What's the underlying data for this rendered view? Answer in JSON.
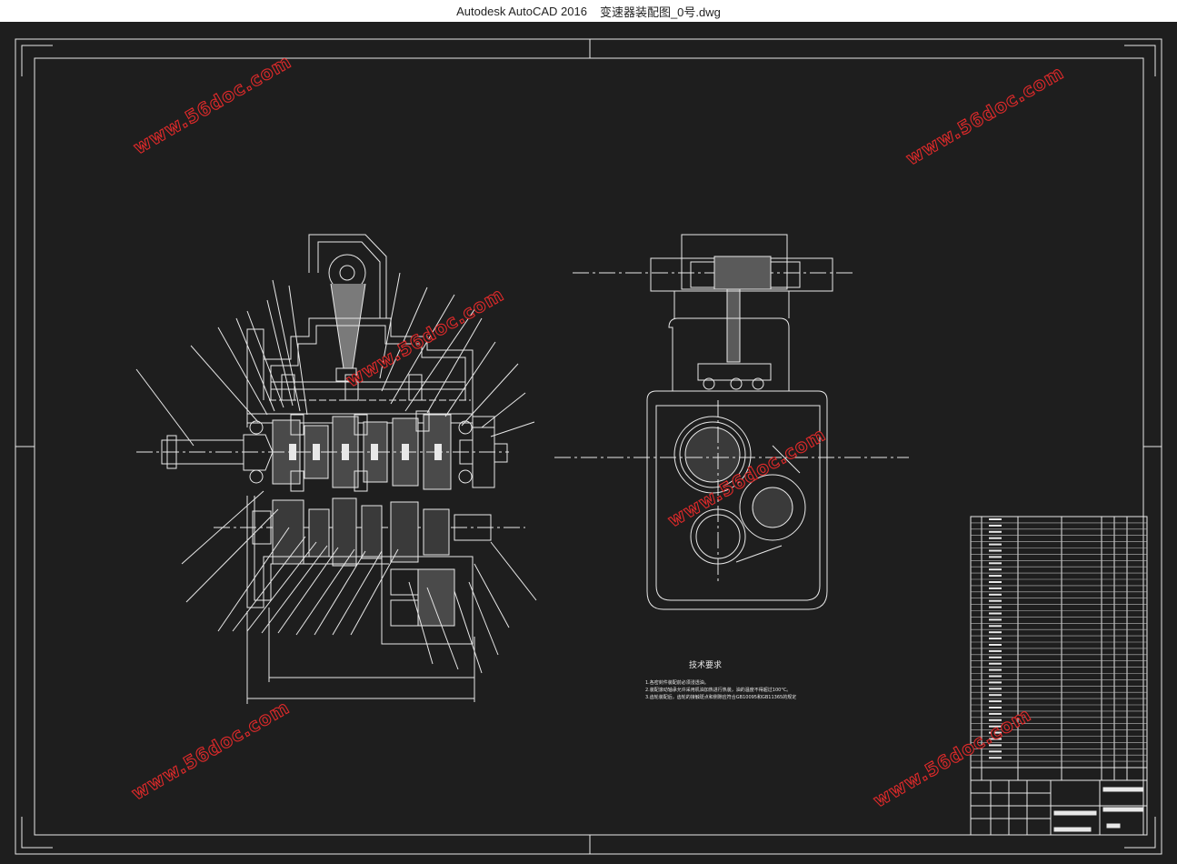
{
  "window": {
    "app_name": "Autodesk AutoCAD 2016",
    "file_name": "变速器装配图_0号.dwg"
  },
  "drawing": {
    "tech_title": "技术要求",
    "tech_notes": [
      "1.各密封件装配前必须浸透油。",
      "2.装配滚动轴承允许采用机油加热进行热装，油的温度不得超过100°C。",
      "3.齿轮装配后，齿轮的接触斑点和侧隙应符合GB10095和GB11365的规定"
    ],
    "watermark": "www.56doc.com"
  },
  "colors": {
    "background": "#1e1e1e",
    "linework": "#e8e8e8",
    "watermark": "#e02a2a",
    "titlebar": "#ffffff"
  }
}
